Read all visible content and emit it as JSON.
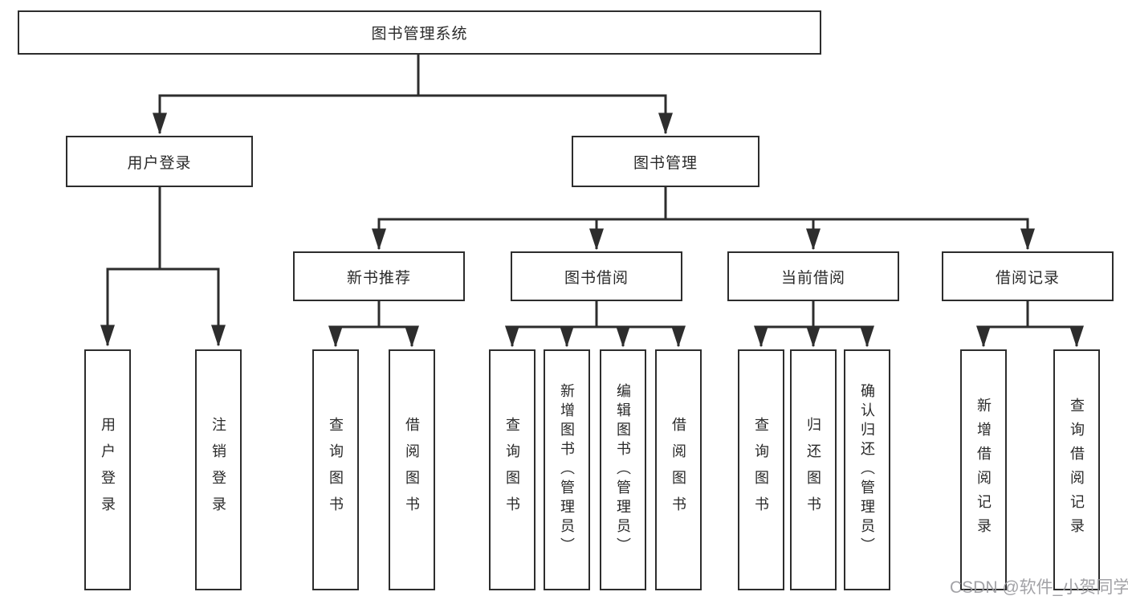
{
  "diagram": {
    "root": {
      "label": "图书管理系统",
      "children": [
        {
          "label": "用户登录",
          "children": [
            {
              "label": "用户登录"
            },
            {
              "label": "注销登录"
            }
          ]
        },
        {
          "label": "图书管理",
          "children": [
            {
              "label": "新书推荐",
              "children": [
                {
                  "label": "查询图书"
                },
                {
                  "label": "借阅图书"
                }
              ]
            },
            {
              "label": "图书借阅",
              "children": [
                {
                  "label": "查询图书"
                },
                {
                  "label": "新增图书（管理员）"
                },
                {
                  "label": "编辑图书（管理员）"
                },
                {
                  "label": "借阅图书"
                }
              ]
            },
            {
              "label": "当前借阅",
              "children": [
                {
                  "label": "查询图书"
                },
                {
                  "label": "归还图书"
                },
                {
                  "label": "确认归还（管理员）"
                }
              ]
            },
            {
              "label": "借阅记录",
              "children": [
                {
                  "label": "新增借阅记录"
                },
                {
                  "label": "查询借阅记录"
                }
              ]
            }
          ]
        }
      ]
    }
  },
  "colors": {
    "line": "#2d2d2d",
    "box_border": "#2d2d2d",
    "text": "#2a2a2a",
    "watermark": "#9a9a9e",
    "background": "#ffffff"
  },
  "watermark": {
    "text": "CSDN @软件_小贺同学"
  }
}
